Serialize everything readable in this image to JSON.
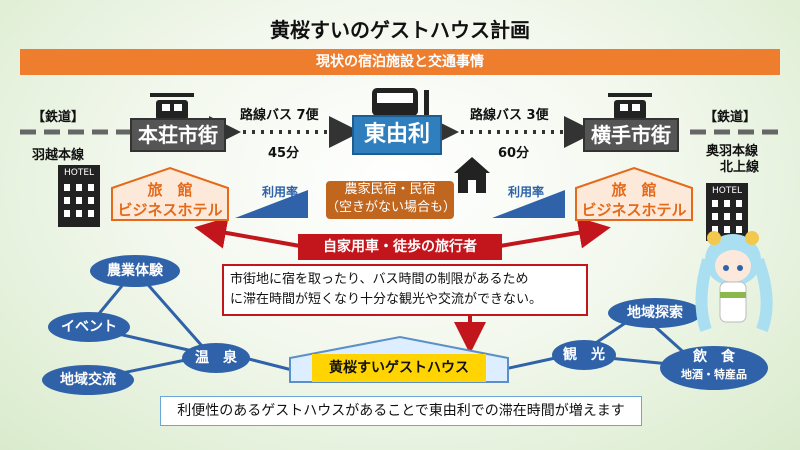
{
  "title": "黄桜すいのゲストハウス計画",
  "banner": "現状の宿泊施設と交通事情",
  "left": {
    "rail_tag": "【鉄道】",
    "rail_line": "羽越本線",
    "city": "本荘市街",
    "bus_label": "路線バス 7便",
    "time": "45分",
    "lodging": [
      "旅　館",
      "ビジネスホテル"
    ],
    "usage": "利用率",
    "hotel_sign": "HOTEL"
  },
  "center": {
    "city": "東由利",
    "farmstay": [
      "農家民宿・民宿",
      "（空きがない場合も）"
    ]
  },
  "right": {
    "rail_tag": "【鉄道】",
    "rail_line": [
      "奥羽本線",
      "北上線"
    ],
    "city": "横手市街",
    "bus_label": "路線バス 3便",
    "time": "60分",
    "lodging": [
      "旅　館",
      "ビジネスホテル"
    ],
    "usage": "利用率",
    "hotel_sign": "HOTEL"
  },
  "travelers": "自家用車・徒歩の旅行者",
  "problem": [
    "市街地に宿を取ったり、バス時間の制限があるため",
    "に滞在時間が短くなり十分な観光や交流ができない。"
  ],
  "bubbles": {
    "agri": "農業体験",
    "event": "イベント",
    "exchange": "地域交流",
    "onsen": "温　泉",
    "sightseeing": "観　光",
    "explore": "地域探索",
    "food": "飲　食",
    "food_sub": "地酒・特産品"
  },
  "guesthouse": "黄桜すいゲストハウス",
  "conclusion": "利便性のあるゲストハウスがあることで東由利での滞在時間が増えます",
  "colors": {
    "orange": "#ee7d2e",
    "blue": "#2f62a8",
    "red": "#c3161c",
    "yellow": "#ffd400"
  }
}
